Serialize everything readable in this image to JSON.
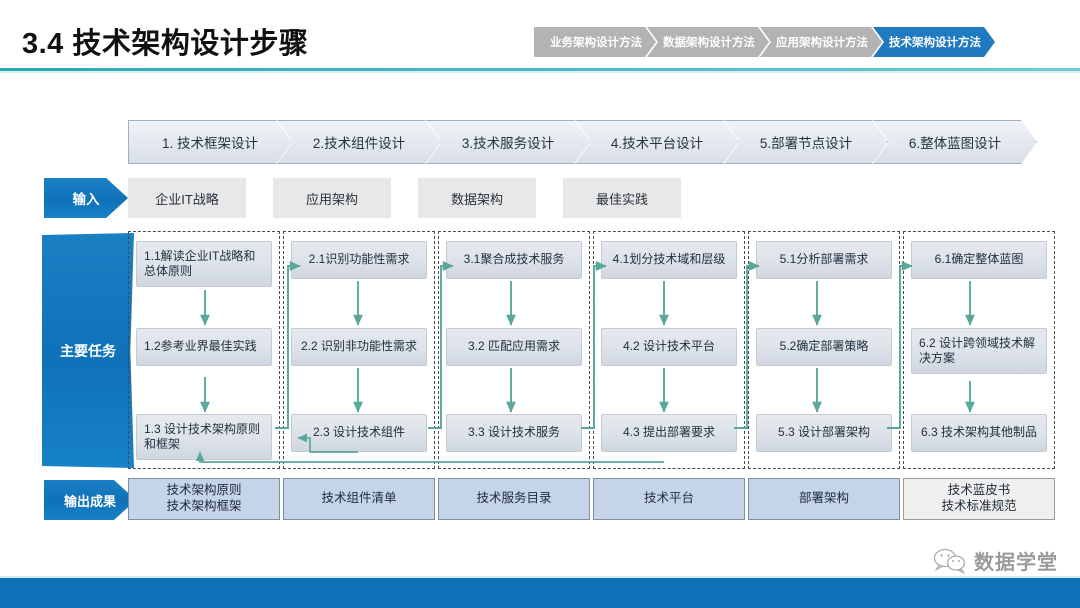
{
  "header": {
    "title": "3.4 技术架构设计步骤",
    "accent_color": "#2aa8b5",
    "breadcrumbs": [
      {
        "label": "业务架构设计方法",
        "active": false
      },
      {
        "label": "数据架构设计方法",
        "active": false
      },
      {
        "label": "应用架构设计方法",
        "active": false
      },
      {
        "label": "技术架构设计方法",
        "active": true
      }
    ]
  },
  "steps": [
    {
      "label": "1. 技术框架设计"
    },
    {
      "label": "2.技术组件设计"
    },
    {
      "label": "3.技术服务设计"
    },
    {
      "label": "4.技术平台设计"
    },
    {
      "label": "5.部署节点设计"
    },
    {
      "label": "6.整体蓝图设计"
    }
  ],
  "rows": {
    "input_label": "输入",
    "tasks_label": "主要任务",
    "output_label": "输出成果"
  },
  "inputs": [
    {
      "label": "企业IT战略"
    },
    {
      "label": "应用架构"
    },
    {
      "label": "数据架构"
    },
    {
      "label": "最佳实践"
    }
  ],
  "columns": [
    {
      "tasks": [
        {
          "label": "1.1解读企业IT战略和总体原则",
          "align": "left"
        },
        {
          "label": "1.2参考业界最佳实践",
          "align": "left"
        },
        {
          "label": "1.3 设计技术架构原则和框架",
          "align": "left"
        }
      ]
    },
    {
      "tasks": [
        {
          "label": "2.1识别功能性需求",
          "align": "center"
        },
        {
          "label": "2.2 识别非功能性需求",
          "align": "center"
        },
        {
          "label": "2.3 设计技术组件",
          "align": "center"
        }
      ]
    },
    {
      "tasks": [
        {
          "label": "3.1聚合成技术服务",
          "align": "center"
        },
        {
          "label": "3.2 匹配应用需求",
          "align": "center"
        },
        {
          "label": "3.3 设计技术服务",
          "align": "center"
        }
      ]
    },
    {
      "tasks": [
        {
          "label": "4.1划分技术域和层级",
          "align": "center"
        },
        {
          "label": "4.2 设计技术平台",
          "align": "center"
        },
        {
          "label": "4.3 提出部署要求",
          "align": "center"
        }
      ]
    },
    {
      "tasks": [
        {
          "label": "5.1分析部署需求",
          "align": "center"
        },
        {
          "label": "5.2确定部署策略",
          "align": "center"
        },
        {
          "label": "5.3 设计部署架构",
          "align": "center"
        }
      ]
    },
    {
      "tasks": [
        {
          "label": "6.1确定整体蓝图",
          "align": "center"
        },
        {
          "label": "6.2 设计跨领域技术解决方案",
          "align": "left"
        },
        {
          "label": "6.3 技术架构其他制品",
          "align": "center"
        }
      ]
    }
  ],
  "outputs": [
    {
      "label": "技术架构原则\n技术架构框架",
      "style": "blue"
    },
    {
      "label": "技术组件清单",
      "style": "blue"
    },
    {
      "label": "技术服务目录",
      "style": "blue"
    },
    {
      "label": "技术平台",
      "style": "blue"
    },
    {
      "label": "部署架构",
      "style": "blue"
    },
    {
      "label": "技术蓝皮书\n技术标准规范",
      "style": "gray"
    }
  ],
  "watermark": {
    "text": "数据学堂"
  },
  "colors": {
    "brand_blue": "#0f72b8",
    "arrow_teal": "#5aa79b",
    "task_fill": "#dfe4eb",
    "output_fill": "#c5d4e8"
  }
}
